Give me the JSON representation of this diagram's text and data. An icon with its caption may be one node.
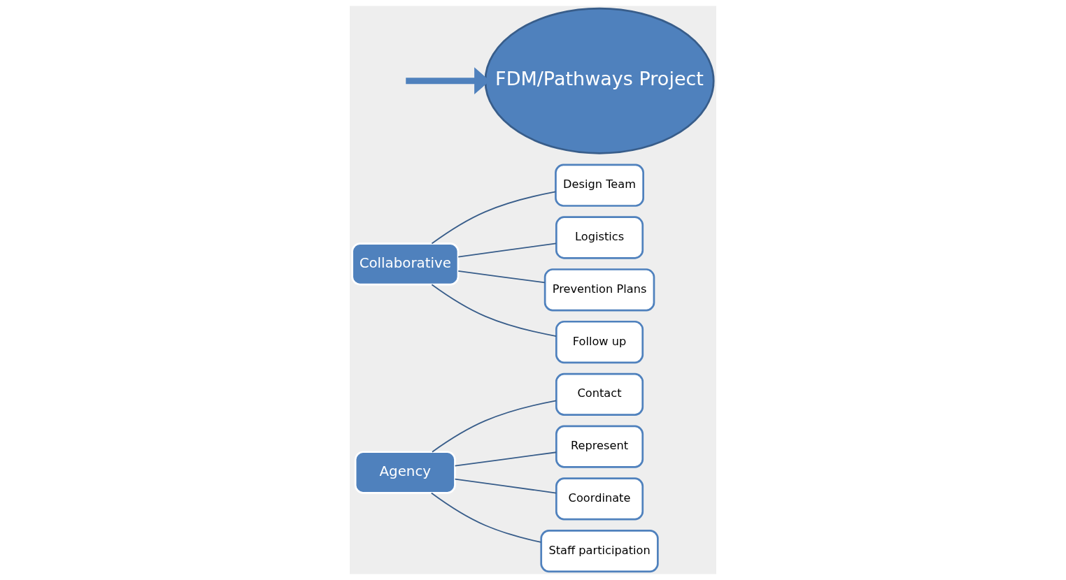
{
  "diagram": {
    "nodes": [
      {
        "text": [
          "Agency"
        ]
      },
      {
        "text": [
          "Contact"
        ]
      },
      {
        "text": [
          "Represent"
        ]
      },
      {
        "text": [
          "Coordinate"
        ]
      },
      {
        "text": [
          "Staff participation"
        ]
      },
      {
        "text": [
          "Collaborative"
        ]
      },
      {
        "text": [
          "Design Team"
        ]
      },
      {
        "text": [
          "Logistics"
        ]
      },
      {
        "text": [
          "Prevention Plans"
        ]
      },
      {
        "text": [
          "Follow up"
        ]
      },
      {
        "text": [
          "FDM/Pathways Project"
        ]
      }
    ],
    "edges": [
      {
        "from": 0,
        "to": 1,
        "arrow": "none"
      },
      {
        "from": 0,
        "to": 2,
        "arrow": "none"
      },
      {
        "from": 0,
        "to": 3,
        "arrow": "none"
      },
      {
        "from": 0,
        "to": 4,
        "arrow": "none"
      },
      {
        "from": 5,
        "to": 6,
        "arrow": "none"
      },
      {
        "from": 5,
        "to": 7,
        "arrow": "none"
      },
      {
        "from": 5,
        "to": 8,
        "arrow": "none"
      },
      {
        "from": 5,
        "to": 9,
        "arrow": "none"
      },
      {
        "from": null,
        "to": 10,
        "arrow": "to",
        "style": "thick",
        "color": "#4f81bd"
      }
    ]
  }
}
